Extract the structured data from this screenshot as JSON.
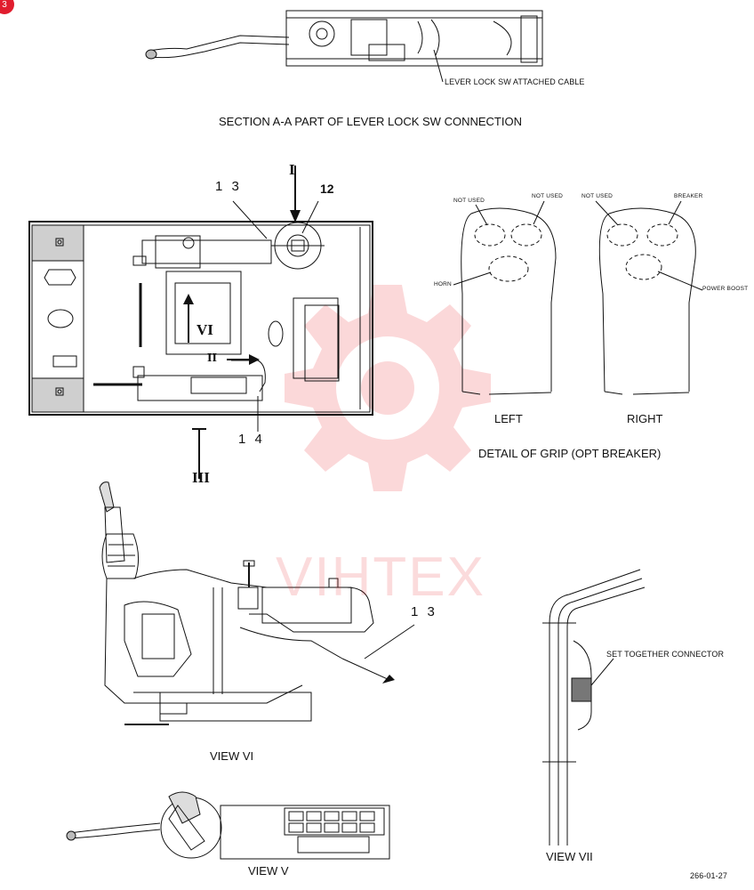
{
  "page_badge": "3",
  "labels": {
    "lever_lock_cable": "LEVER LOCK SW ATTACHED CABLE",
    "section_title": "SECTION A-A PART OF LEVER LOCK SW CONNECTION",
    "callout_13_top": "1 3",
    "callout_12": "12",
    "callout_14": "1 4",
    "callout_13_view6": "1 3",
    "roman_I": "I",
    "roman_II": "II",
    "roman_III": "III",
    "roman_VI": "VI",
    "left": "LEFT",
    "right": "RIGHT",
    "detail_grip": "DETAIL OF GRIP (OPT BREAKER)",
    "view_vi": "VIEW VI",
    "view_v": "VIEW V",
    "view_vii": "VIEW VII",
    "set_together_connector": "SET TOGETHER CONNECTOR",
    "drawing_number": "266-01-27"
  },
  "grip_left": {
    "not_used_1": "NOT USED",
    "not_used_2": "NOT USED",
    "horn": "HORN"
  },
  "grip_right": {
    "not_used": "NOT USED",
    "breaker": "BREAKER",
    "power_boost": "POWER BOOST"
  },
  "watermark": {
    "text": "VIHTEX",
    "color": "#e8262f"
  }
}
